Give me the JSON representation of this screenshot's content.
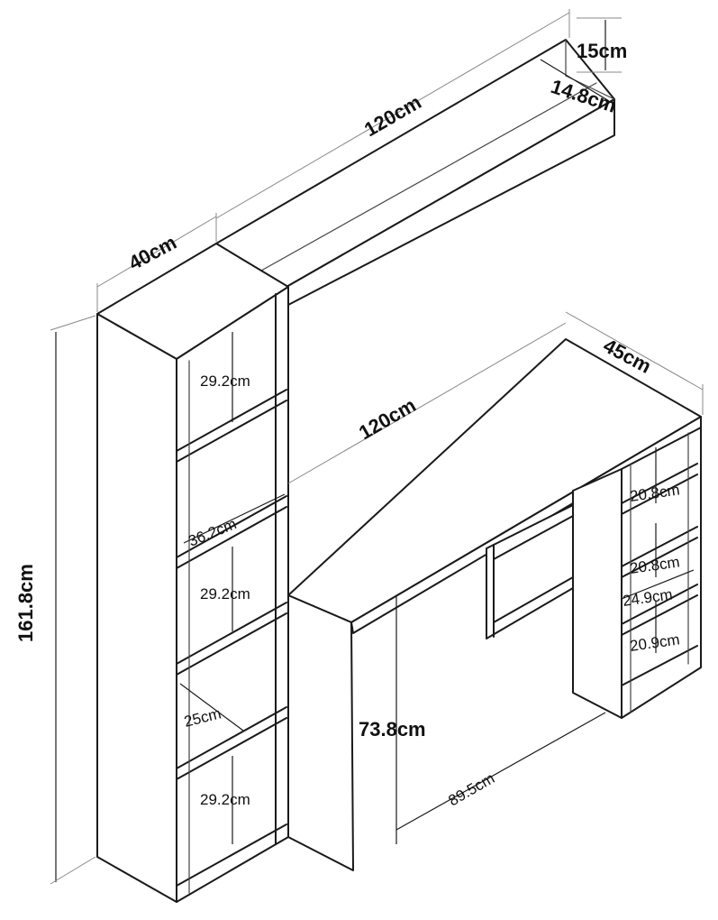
{
  "labels": {
    "shelf_length": "120cm",
    "shelf_height": "15cm",
    "shelf_depth": "14.8cm",
    "bookcase_width": "40cm",
    "total_height": "161.8cm",
    "desk_depth": "45cm",
    "desk_length": "120cm",
    "bookcase_shelf_1": "29.2cm",
    "bookcase_inner_width": "36.2cm",
    "bookcase_shelf_2": "29.2cm",
    "bookcase_shelf_3": "25cm",
    "bookcase_shelf_4": "29.2cm",
    "desk_height": "73.8cm",
    "leg_space": "89.5cm",
    "side_shelf_1": "20.8cm",
    "side_shelf_2": "20.8cm",
    "side_shelf_width": "24.9cm",
    "side_shelf_3": "20.9cm"
  }
}
